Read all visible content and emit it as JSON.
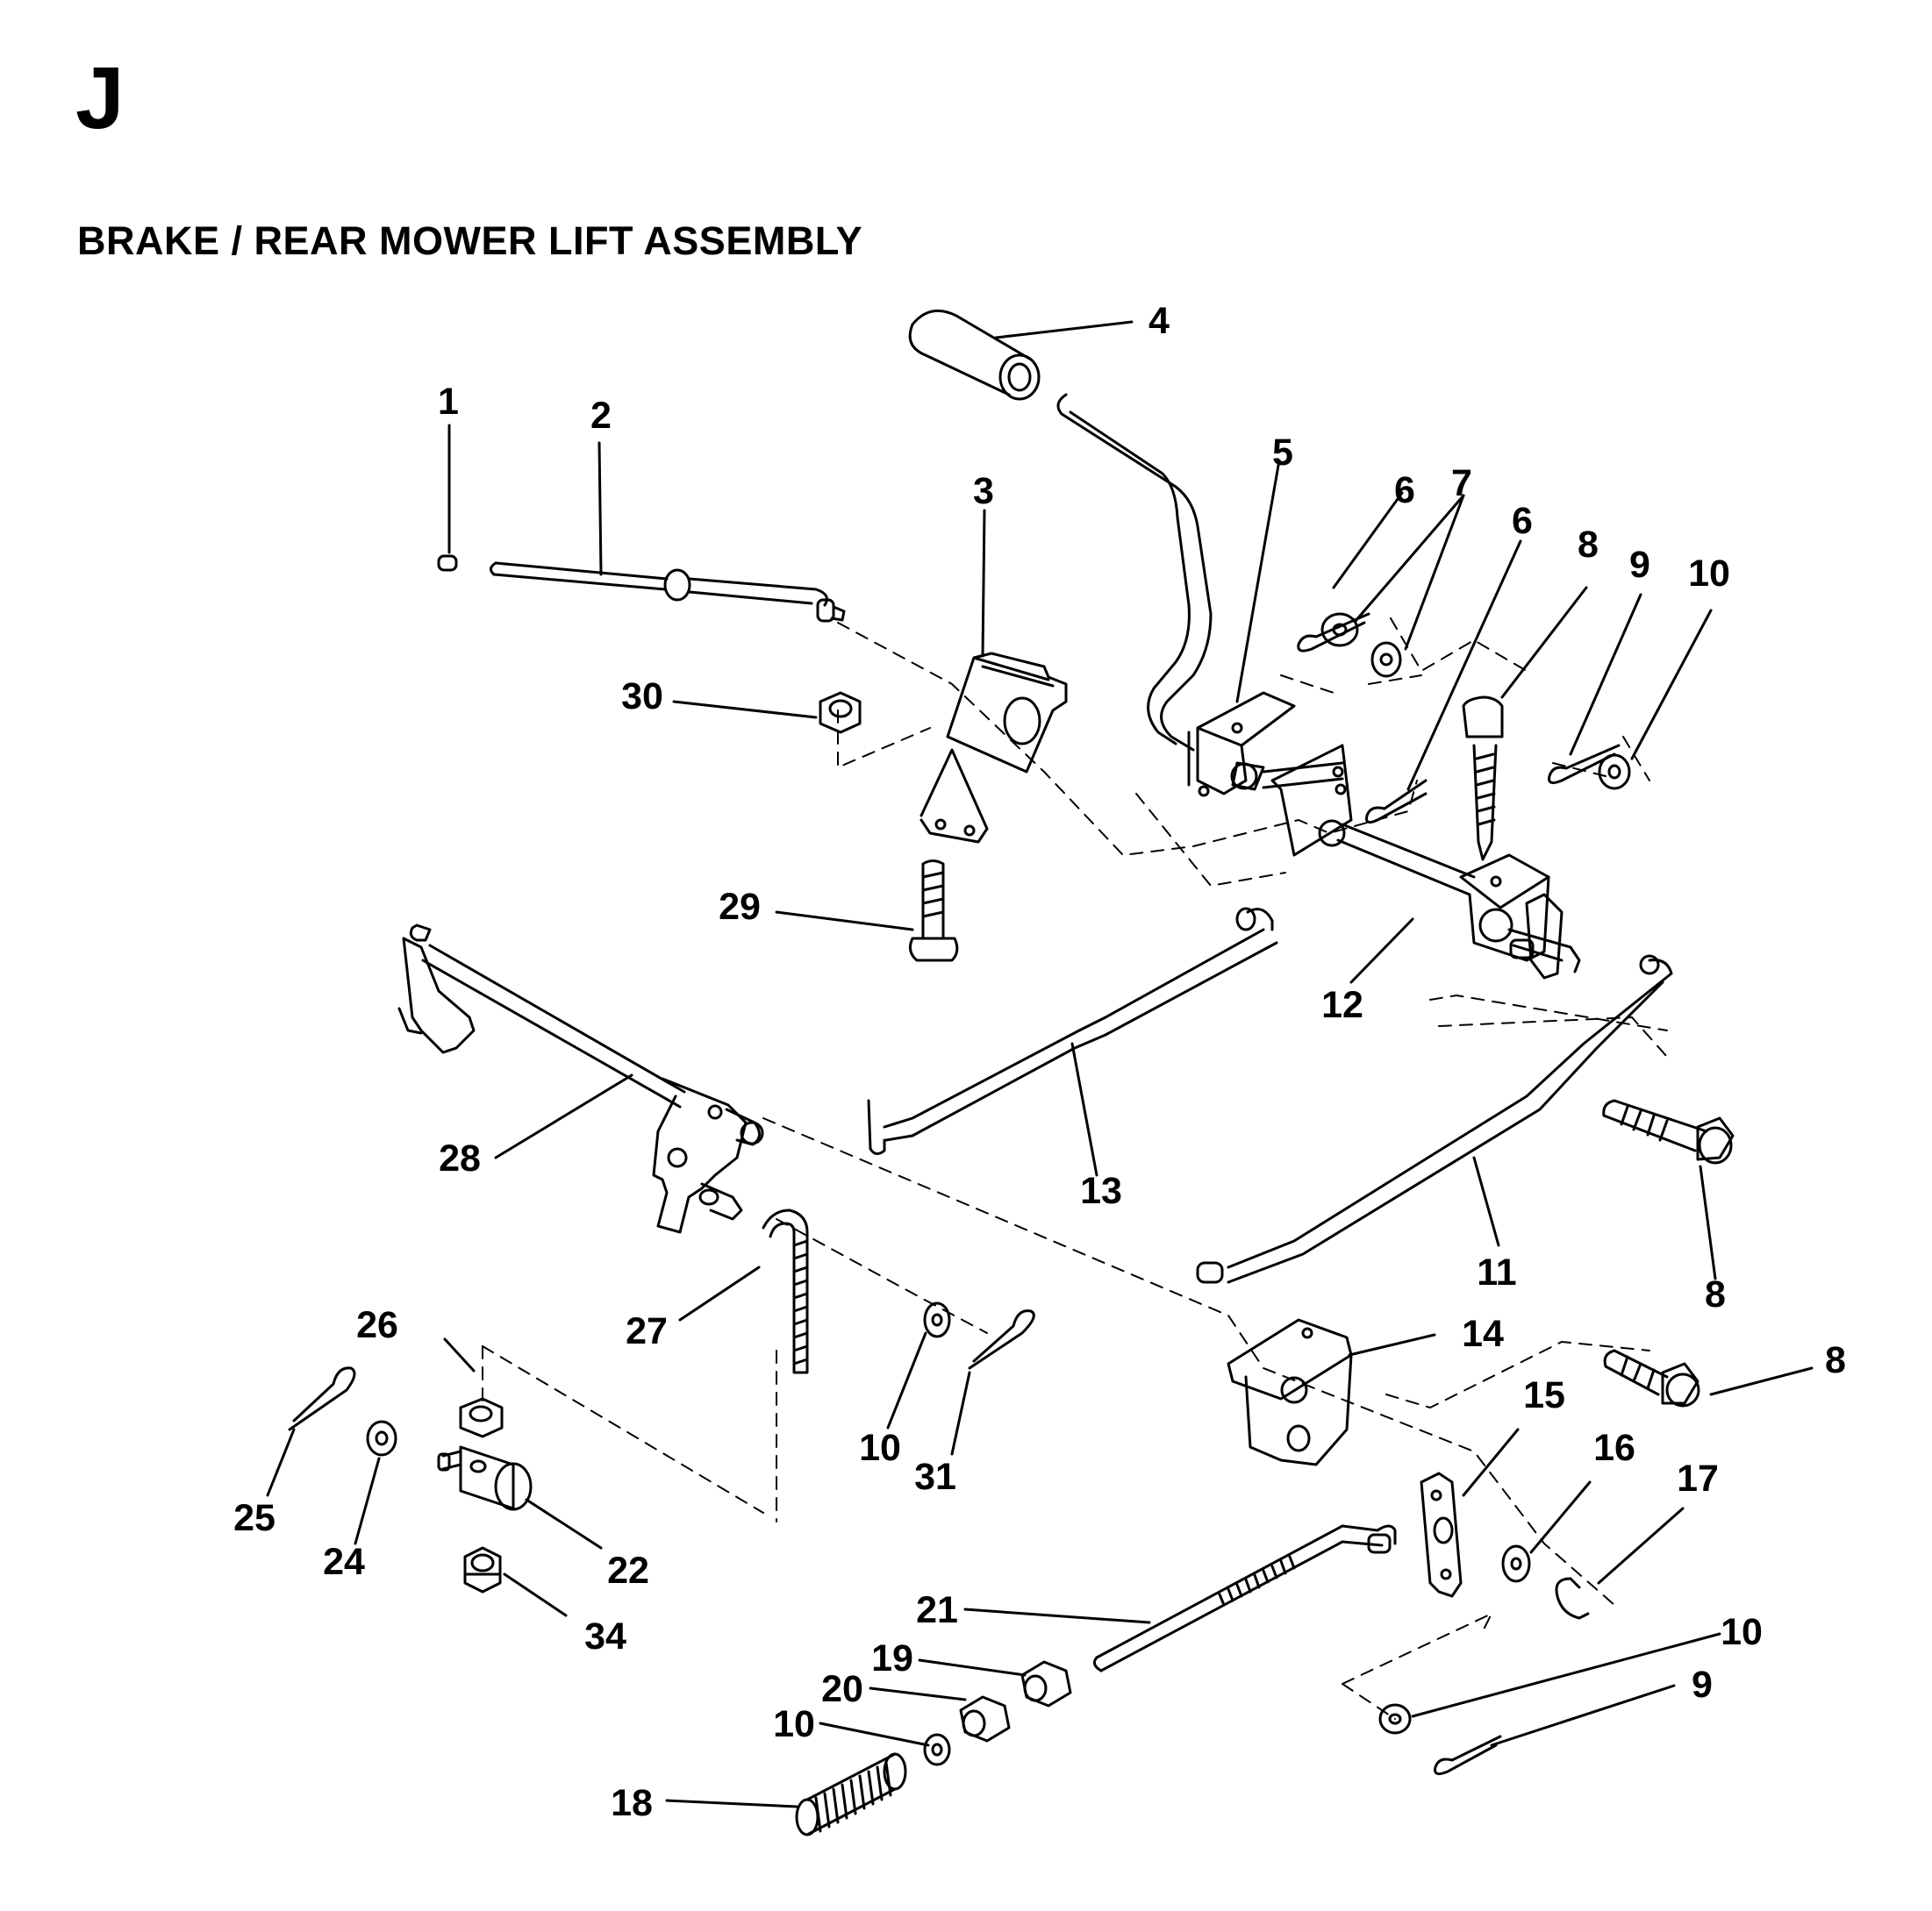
{
  "page": {
    "section_letter": "J",
    "title": "BRAKE / REAR MOWER LIFT ASSEMBLY"
  },
  "callouts": [
    {
      "label": "1",
      "name": "part-1"
    },
    {
      "label": "2",
      "name": "part-2"
    },
    {
      "label": "3",
      "name": "part-3"
    },
    {
      "label": "4",
      "name": "part-4"
    },
    {
      "label": "5",
      "name": "part-5"
    },
    {
      "label": "6",
      "name": "part-6"
    },
    {
      "label": "7",
      "name": "part-7"
    },
    {
      "label": "6",
      "name": "part-6"
    },
    {
      "label": "8",
      "name": "part-8"
    },
    {
      "label": "9",
      "name": "part-9"
    },
    {
      "label": "10",
      "name": "part-10"
    },
    {
      "label": "30",
      "name": "part-30"
    },
    {
      "label": "29",
      "name": "part-29"
    },
    {
      "label": "12",
      "name": "part-12"
    },
    {
      "label": "28",
      "name": "part-28"
    },
    {
      "label": "13",
      "name": "part-13"
    },
    {
      "label": "11",
      "name": "part-11"
    },
    {
      "label": "8",
      "name": "part-8"
    },
    {
      "label": "27",
      "name": "part-27"
    },
    {
      "label": "26",
      "name": "part-26"
    },
    {
      "label": "14",
      "name": "part-14"
    },
    {
      "label": "8",
      "name": "part-8"
    },
    {
      "label": "10",
      "name": "part-10"
    },
    {
      "label": "31",
      "name": "part-31"
    },
    {
      "label": "15",
      "name": "part-15"
    },
    {
      "label": "16",
      "name": "part-16"
    },
    {
      "label": "17",
      "name": "part-17"
    },
    {
      "label": "25",
      "name": "part-25"
    },
    {
      "label": "24",
      "name": "part-24"
    },
    {
      "label": "22",
      "name": "part-22"
    },
    {
      "label": "34",
      "name": "part-34"
    },
    {
      "label": "21",
      "name": "part-21"
    },
    {
      "label": "10",
      "name": "part-10"
    },
    {
      "label": "19",
      "name": "part-19"
    },
    {
      "label": "20",
      "name": "part-20"
    },
    {
      "label": "9",
      "name": "part-9"
    },
    {
      "label": "10",
      "name": "part-10"
    },
    {
      "label": "18",
      "name": "part-18"
    }
  ]
}
